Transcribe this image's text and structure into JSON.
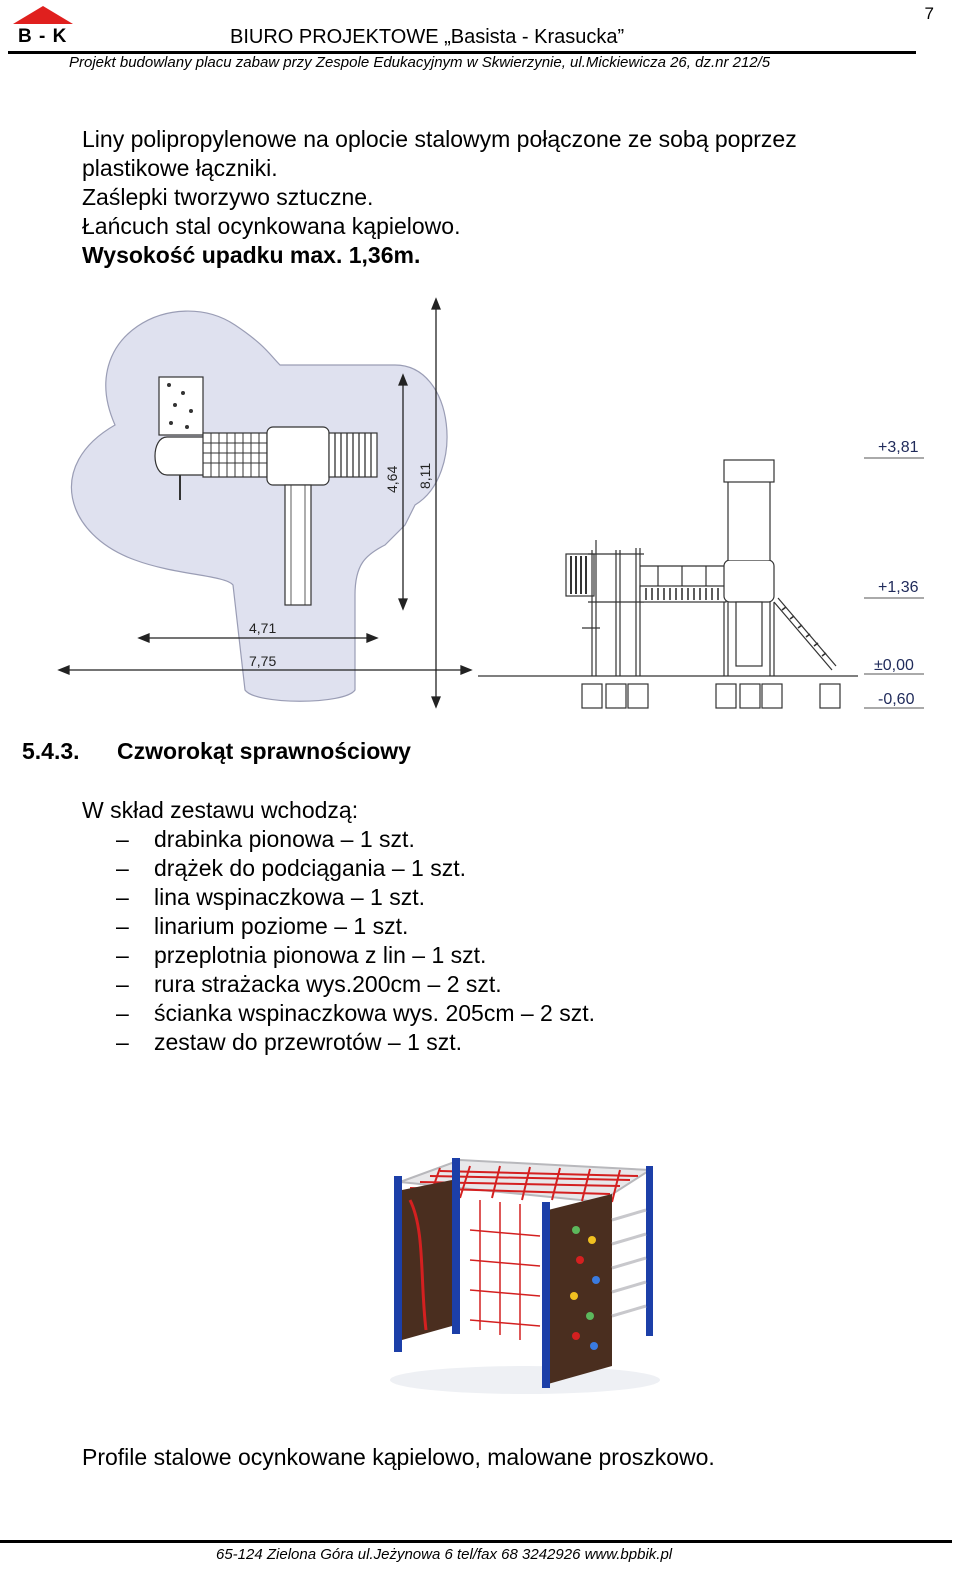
{
  "page_number": "7",
  "header": {
    "logo_text": "B - K",
    "title": "BIURO PROJEKTOWE „Basista - Krasucka”",
    "subtitle": "Projekt budowlany placu zabaw przy Zespole Edukacyjnym w Skwierzynie, ul.Mickiewicza 26, dz.nr 212/5"
  },
  "intro": {
    "line1": "Liny polipropylenowe na oplocie stalowym połączone ze sobą poprzez",
    "line2": "plastikowe łączniki.",
    "line3": "Zaślepki tworzywo sztuczne.",
    "line4": "Łańcuch stal ocynkowana kąpielowo.",
    "line5": "Wysokość upadku max. 1,36m."
  },
  "plan_drawing": {
    "dim_width_inner": "4,71",
    "dim_width_outer": "7,75",
    "dim_height_inner": "4,64",
    "dim_height_outer": "8,11"
  },
  "elevation_drawing": {
    "level_top": "+3,81",
    "level_platform": "+1,36",
    "level_ground": "±0,00",
    "level_foundation": "-0,60"
  },
  "section": {
    "number": "5.4.3.",
    "title": "Czworokąt sprawnościowy"
  },
  "composition": {
    "intro": "W skład zestawu wchodzą:",
    "dash": "–",
    "items": [
      "drabinka pionowa – 1 szt.",
      "drążek do podciągania – 1 szt.",
      "lina wspinaczkowa – 1 szt.",
      "linarium poziome – 1 szt.",
      "przeplotnia pionowa z lin – 1 szt.",
      "rura strażacka wys.200cm – 2 szt.",
      "ścianka wspinaczkowa wys. 205cm – 2 szt.",
      "zestaw do przewrotów – 1 szt."
    ]
  },
  "colors": {
    "logo_red": "#e0201e",
    "frame_blue": "#1c3fa8",
    "net_red": "#d42020",
    "panel_brown": "#4a2e1f",
    "zone_fill": "#dfe1ef"
  },
  "closing": "Profile stalowe ocynkowane kąpielowo, malowane proszkowo.",
  "footer": "65-124 Zielona Góra ul.Jeżynowa 6    tel/fax 68 3242926   www.bpbik.pl"
}
